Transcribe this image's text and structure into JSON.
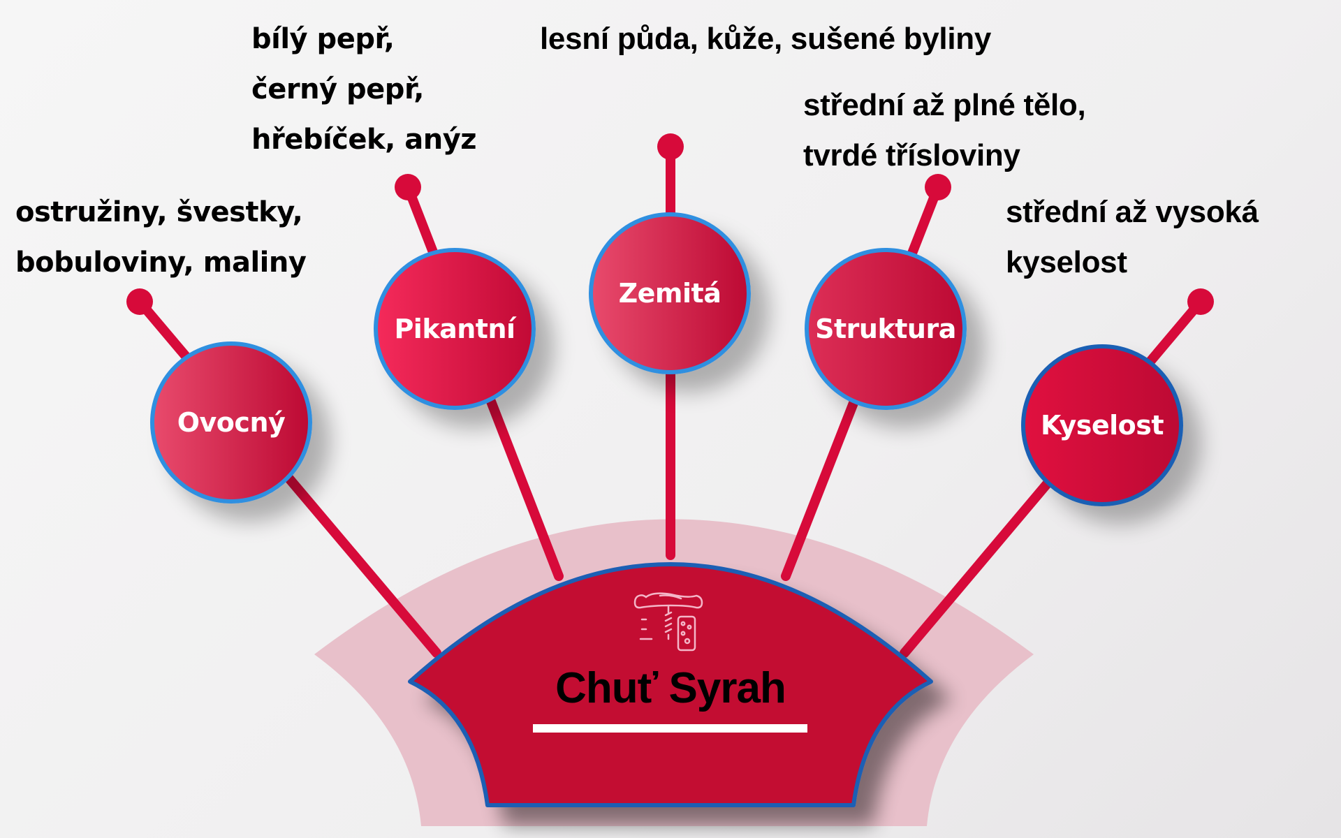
{
  "title": "Chuť Syrah",
  "colors": {
    "background": "#f2f1f2",
    "accent_red": "#c30a32",
    "stick_red": "#d70a3a",
    "bubble_border": "#2f8fe0",
    "bowl_border": "#1a5fb4",
    "halo_pink": "#e8c0ca",
    "text_dark": "#000000",
    "text_light": "#ffffff"
  },
  "center": {
    "icon": "corkscrew-and-glass-icon",
    "label": "Chuť Syrah"
  },
  "categories": [
    {
      "label": "Ovocný",
      "notes": [
        "ostružiny, švestky,",
        "bobuloviny, maliny"
      ]
    },
    {
      "label": "Pikantní",
      "notes": [
        "bílý pepř,",
        "černý pepř,",
        "hřebíček, anýz"
      ]
    },
    {
      "label": "Zemitá",
      "notes": [
        "lesní půda, kůže, sušené byliny"
      ]
    },
    {
      "label": "Struktura",
      "notes": [
        "střední až plné tělo,",
        "tvrdé třísloviny"
      ]
    },
    {
      "label": "Kyselost",
      "notes": [
        "střední až vysoká",
        "kyselost"
      ]
    }
  ]
}
